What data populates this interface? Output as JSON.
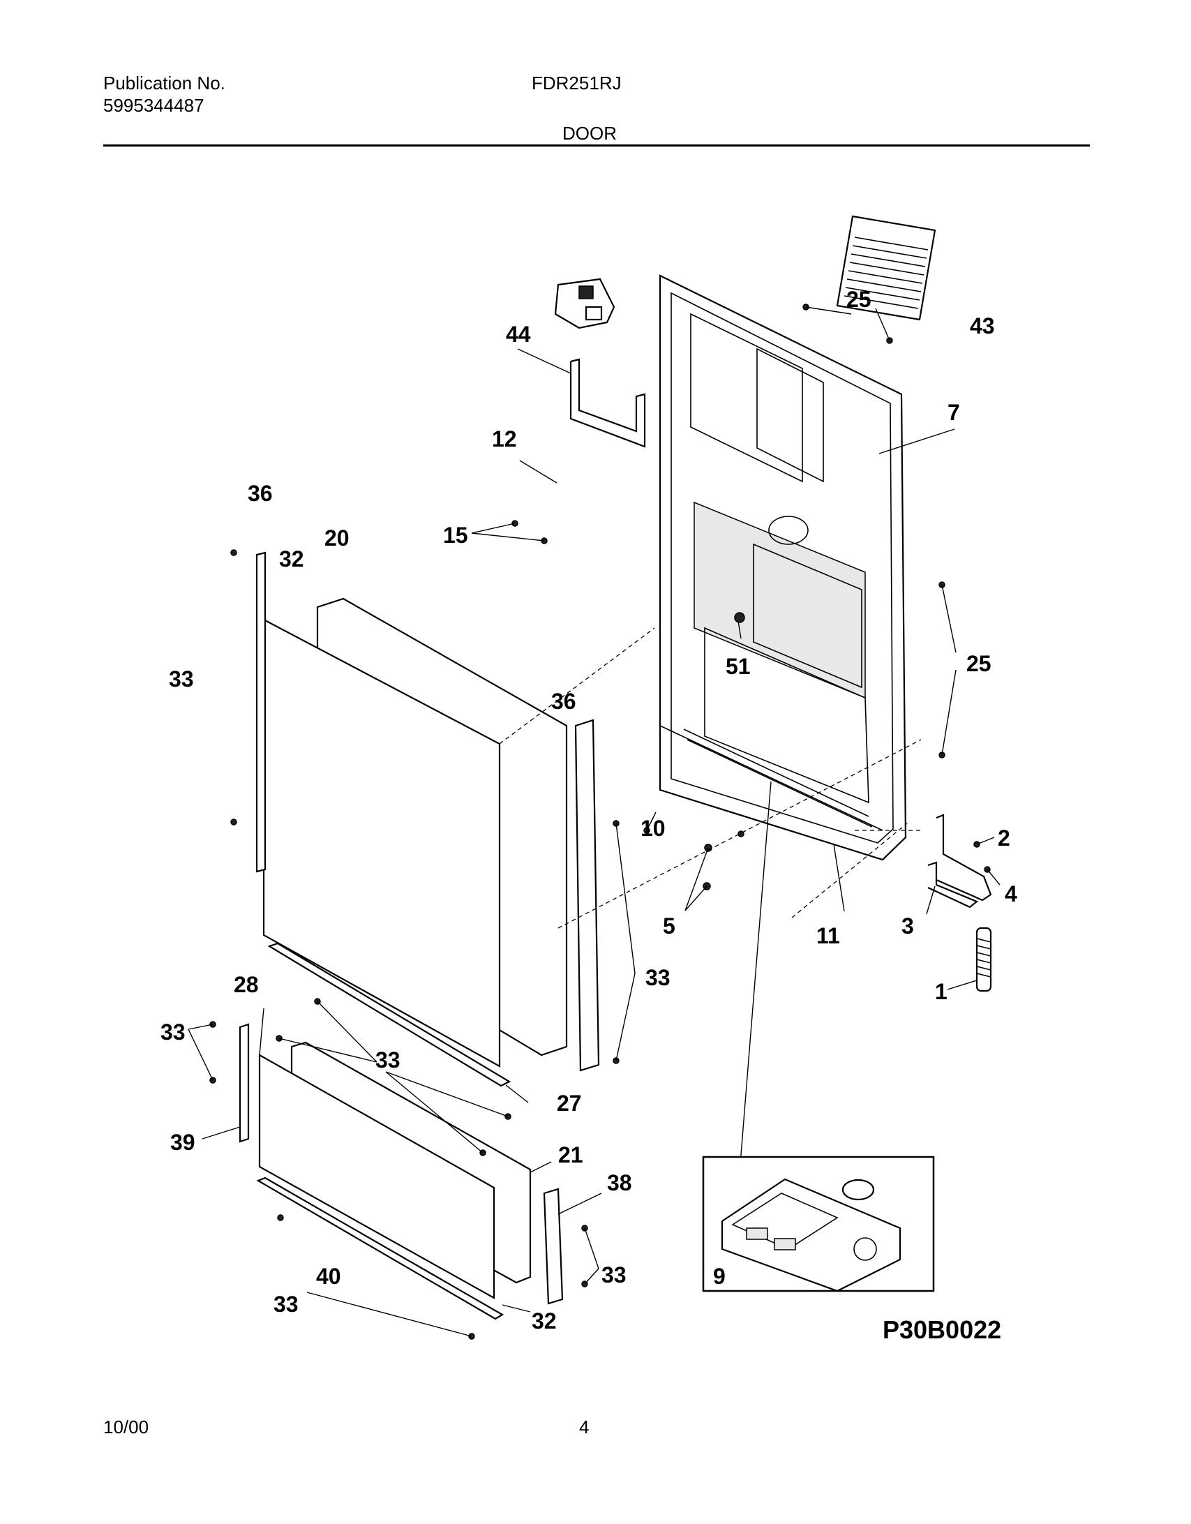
{
  "header": {
    "publication_label": "Publication No.",
    "publication_number": "5995344487",
    "model": "FDR251RJ",
    "section": "DOOR"
  },
  "diagram": {
    "code": "P30B0022",
    "callouts": {
      "c1": "1",
      "c2": "2",
      "c3": "3",
      "c4": "4",
      "c5": "5",
      "c7": "7",
      "c9": "9",
      "c10": "10",
      "c11": "11",
      "c12": "12",
      "c15": "15",
      "c20": "20",
      "c21": "21",
      "c25a": "25",
      "c25b": "25",
      "c27": "27",
      "c28": "28",
      "c32a": "32",
      "c32b": "32",
      "c33a": "33",
      "c33b": "33",
      "c33c": "33",
      "c33d": "33",
      "c33e": "33",
      "c33f": "33",
      "c36a": "36",
      "c36b": "36",
      "c38": "38",
      "c39": "39",
      "c40": "40",
      "c43": "43",
      "c44": "44",
      "c51": "51"
    }
  },
  "footer": {
    "date": "10/00",
    "page": "4"
  }
}
